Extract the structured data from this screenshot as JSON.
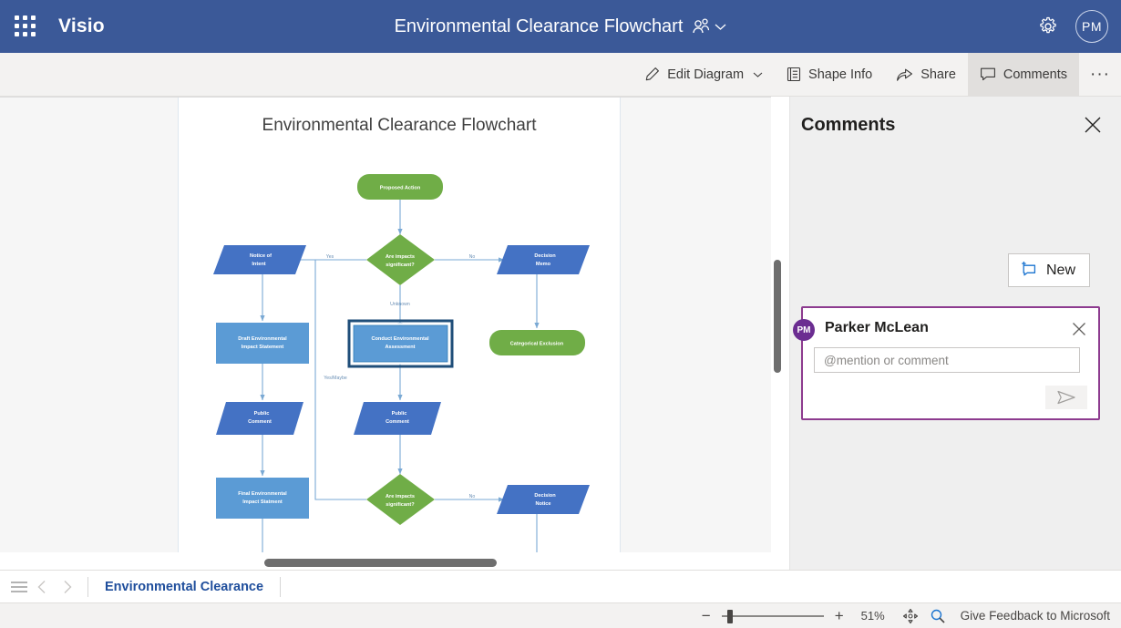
{
  "topbar": {
    "waffle_icon": "app-launcher-icon",
    "brand": "Visio",
    "document_title": "Environmental Clearance Flowchart",
    "people_icon": "people-share-icon",
    "chevron_icon": "chevron-down-icon",
    "settings_icon": "gear-icon",
    "avatar_initials": "PM",
    "accent_color": "#3b5998"
  },
  "commandbar": {
    "items": [
      {
        "label": "Edit Diagram",
        "icon": "pencil-icon",
        "has_chevron": true,
        "active": false
      },
      {
        "label": "Shape Info",
        "icon": "shape-info-icon",
        "has_chevron": false,
        "active": false
      },
      {
        "label": "Share",
        "icon": "share-icon",
        "has_chevron": false,
        "active": false
      },
      {
        "label": "Comments",
        "icon": "comment-icon",
        "has_chevron": false,
        "active": true
      }
    ],
    "overflow_label": "···"
  },
  "canvas": {
    "page_title": "Environmental Clearance Flowchart",
    "vertical_scrollbar": "vertical-scrollbar",
    "horizontal_scrollbar": "horizontal-scrollbar"
  },
  "diagram": {
    "colors": {
      "green": "#70ad47",
      "dark_blue": "#4472c4",
      "light_blue": "#5b9bd5",
      "connector": "#7aa9d4",
      "selection": "#1f4e79",
      "label_text": "#ffffff",
      "edge_label": "#6a8fb5"
    },
    "nodes": [
      {
        "id": "proposed-action",
        "label": "Proposed Action",
        "shape": "rounded",
        "color": "green"
      },
      {
        "id": "decision-1",
        "label": "Are impacts significant?",
        "shape": "diamond",
        "color": "green"
      },
      {
        "id": "notice-of-intent",
        "label": "Notice of Intent",
        "shape": "parallelogram",
        "color": "dark_blue"
      },
      {
        "id": "decision-memo",
        "label": "Decision Memo",
        "shape": "parallelogram",
        "color": "dark_blue"
      },
      {
        "id": "draft-eis",
        "label": "Draft Environmental Impact Statement",
        "shape": "rectangle",
        "color": "light_blue"
      },
      {
        "id": "conduct-ea",
        "label": "Conduct Environmental Assessment",
        "shape": "rectangle",
        "color": "light_blue",
        "selected": true
      },
      {
        "id": "categorical-exclusion",
        "label": "Categorical Exclusion",
        "shape": "rounded",
        "color": "green"
      },
      {
        "id": "public-comment-left",
        "label": "Public Comment",
        "shape": "parallelogram",
        "color": "dark_blue"
      },
      {
        "id": "public-comment-mid",
        "label": "Public Comment",
        "shape": "parallelogram",
        "color": "dark_blue"
      },
      {
        "id": "final-eis",
        "label": "Final Environmental Impact Statment",
        "shape": "rectangle",
        "color": "light_blue"
      },
      {
        "id": "decision-2",
        "label": "Are impacts significant?",
        "shape": "diamond",
        "color": "green"
      },
      {
        "id": "decision-notice",
        "label": "Decision Notice",
        "shape": "parallelogram",
        "color": "dark_blue"
      }
    ],
    "edge_labels": {
      "yes": "Yes",
      "no_top": "No",
      "unknown": "Unknown",
      "yes_maybe": "Yes/Maybe",
      "no_bottom": "No"
    },
    "node_text": {
      "proposed_action": "Proposed Action",
      "decision_1_l1": "Are impacts",
      "decision_1_l2": "significant?",
      "notice_of_intent_l1": "Notice of",
      "notice_of_intent_l2": "Intent",
      "decision_memo_l1": "Decision",
      "decision_memo_l2": "Memo",
      "draft_eis_l1": "Draft Environmental",
      "draft_eis_l2": "Impact Statement",
      "conduct_ea_l1": "Conduct Environmental",
      "conduct_ea_l2": "Assessment",
      "categorical_exclusion": "Categorical Exclusion",
      "public_comment_left_l1": "Public",
      "public_comment_left_l2": "Comment",
      "public_comment_mid_l1": "Public",
      "public_comment_mid_l2": "Comment",
      "final_eis_l1": "Final Environmental",
      "final_eis_l2": "Impact Statment",
      "decision_2_l1": "Are impacts",
      "decision_2_l2": "significant?",
      "decision_notice_l1": "Decision",
      "decision_notice_l2": "Notice"
    }
  },
  "comments": {
    "panel_title": "Comments",
    "close_icon": "close-icon",
    "new_button_label": "New",
    "new_button_icon": "new-comment-icon",
    "card": {
      "avatar_initials": "PM",
      "author": "Parker McLean",
      "close_icon": "close-icon",
      "input_value": "",
      "input_placeholder": "@mention or comment",
      "send_icon": "send-icon",
      "border_color": "#8d3b8f",
      "avatar_color": "#6b2d91"
    }
  },
  "pagebar": {
    "menu_icon": "hamburger-menu-icon",
    "prev_icon": "chevron-left-icon",
    "next_icon": "chevron-right-icon",
    "tab_label": "Environmental Clearance"
  },
  "statusbar": {
    "zoom_out_label": "−",
    "zoom_in_label": "+",
    "zoom_percent": "51%",
    "fit_icon": "fit-to-window-icon",
    "zoom_icon": "magnifier-icon",
    "feedback_label": "Give Feedback to Microsoft"
  }
}
